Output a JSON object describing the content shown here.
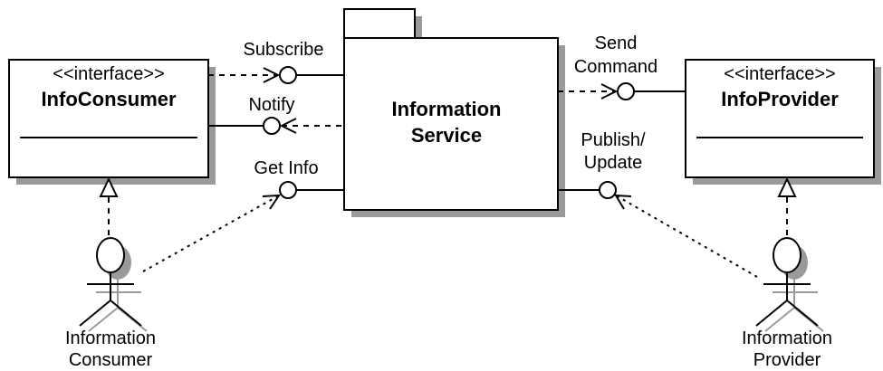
{
  "info_consumer_class": {
    "stereotype": "<<interface>>",
    "name": "InfoConsumer"
  },
  "info_provider_class": {
    "stereotype": "<<interface>>",
    "name": "InfoProvider"
  },
  "information_service": {
    "name_line1": "Information",
    "name_line2": "Service"
  },
  "interfaces": {
    "subscribe": "Subscribe",
    "notify": "Notify",
    "get_info": "Get Info",
    "send_command_line1": "Send",
    "send_command_line2": "Command",
    "publish_update_line1": "Publish/",
    "publish_update_line2": "Update"
  },
  "actors": {
    "consumer_line1": "Information",
    "consumer_line2": "Consumer",
    "provider_line1": "Information",
    "provider_line2": "Provider"
  }
}
